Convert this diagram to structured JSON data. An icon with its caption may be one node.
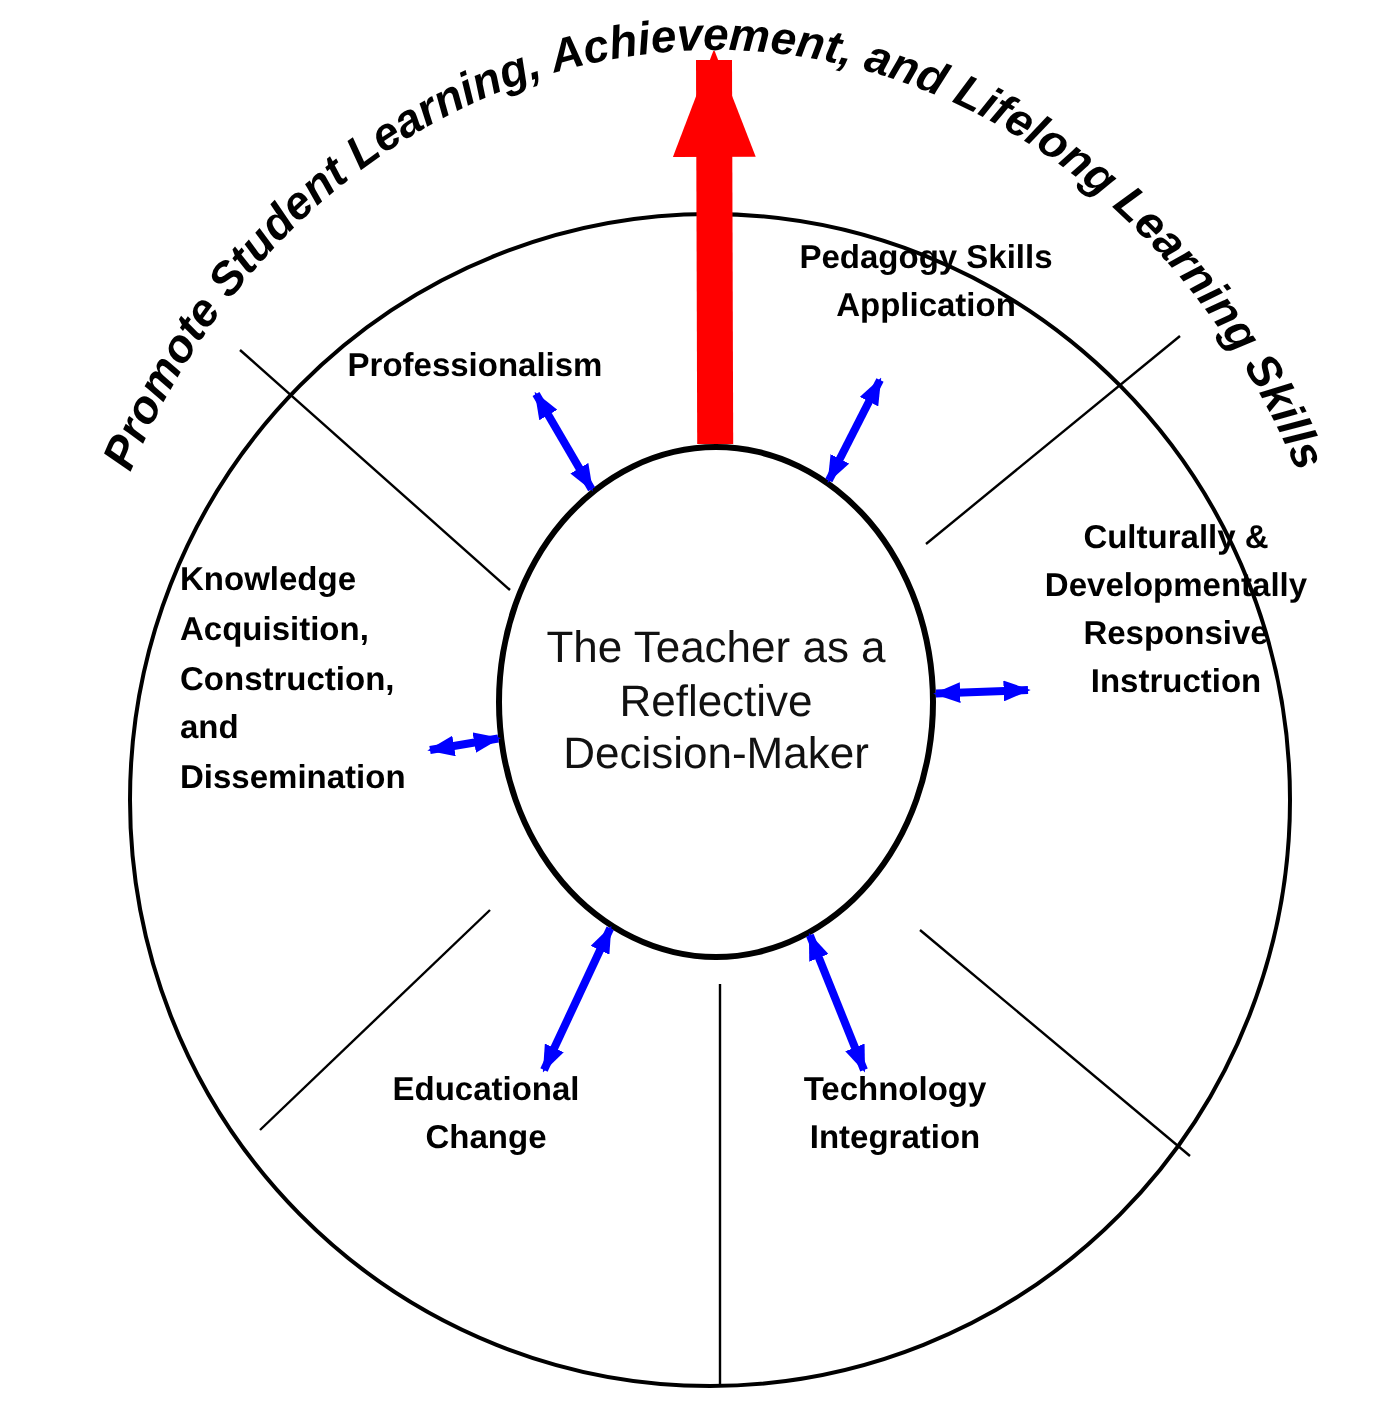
{
  "diagram": {
    "nodes": [
      {
        "text": [
          "The Teacher as a Reflective Decision-Maker"
        ]
      },
      {
        "text": [
          "Professionalism"
        ]
      },
      {
        "text": [
          "Pedagogy Skills Application"
        ]
      },
      {
        "text": [
          "Culturally & Developmentally Responsive Instruction"
        ]
      },
      {
        "text": [
          "Knowledge Acquisition, Construction, and Dissemination"
        ]
      },
      {
        "text": [
          "Educational Change"
        ]
      },
      {
        "text": [
          "Technology Integration"
        ]
      },
      {
        "text": [
          "Promote Student Learning, Achievement, and Lifelong Learning Skills"
        ]
      }
    ],
    "edges": [
      {
        "from": 0,
        "to": 7,
        "arrow": "to",
        "style": "thick",
        "color": "#ff0000"
      },
      {
        "from": 0,
        "to": 1,
        "arrow": "both"
      },
      {
        "from": 0,
        "to": 2,
        "arrow": "both"
      },
      {
        "from": 0,
        "to": 4,
        "arrow": "both"
      },
      {
        "from": 0,
        "to": 3,
        "arrow": "both"
      },
      {
        "from": 0,
        "to": 5,
        "arrow": "both"
      },
      {
        "from": 0,
        "to": 6,
        "arrow": "both"
      }
    ]
  }
}
